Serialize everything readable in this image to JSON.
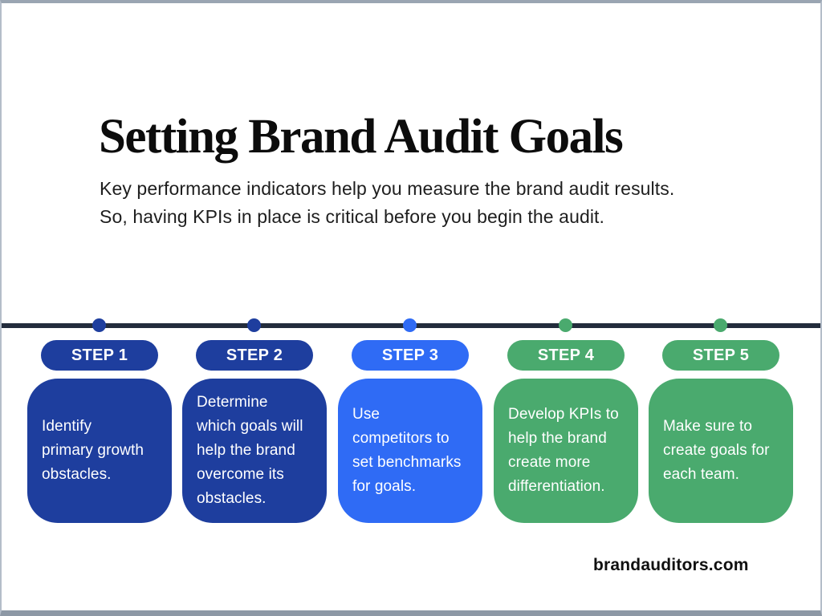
{
  "header": {
    "title": "Setting Brand Audit Goals",
    "subtitle": "Key performance indicators help you measure the brand audit results.\nSo, having KPIs in place is critical before you begin the audit."
  },
  "colors": {
    "dark_blue": "#1e3e9e",
    "bright_blue": "#2f6bf5",
    "green": "#4aaa6e",
    "timeline_line": "#232c3c",
    "frame_gray": "#9aa5b2"
  },
  "timeline": {
    "steps": [
      {
        "label": "STEP 1",
        "color": "#1e3e9e",
        "text": "Identify\nprimary growth\nobstacles."
      },
      {
        "label": "STEP 2",
        "color": "#1e3e9e",
        "text": "Determine\nwhich goals will\nhelp the brand\novercome its\nobstacles."
      },
      {
        "label": "STEP 3",
        "color": "#2f6bf5",
        "text": "Use\ncompetitors to\nset benchmarks\nfor goals."
      },
      {
        "label": "STEP 4",
        "color": "#4aaa6e",
        "text": "Develop KPIs to\nhelp the brand\ncreate more\ndifferentiation."
      },
      {
        "label": "STEP 5",
        "color": "#4aaa6e",
        "text": "Make sure to\ncreate goals for\neach team."
      }
    ]
  },
  "footer": {
    "website": "brandauditors.com"
  }
}
